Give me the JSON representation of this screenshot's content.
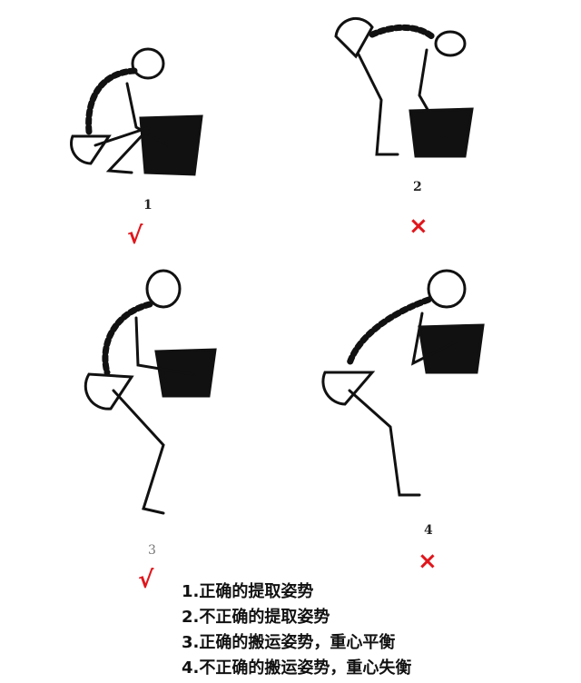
{
  "figures": [
    {
      "number": "1",
      "mark": "√",
      "correct": true
    },
    {
      "number": "2",
      "mark": "×",
      "correct": false
    },
    {
      "number": "3",
      "mark": "√",
      "correct": true
    },
    {
      "number": "4",
      "mark": "×",
      "correct": false
    }
  ],
  "captions": [
    "1.正确的提取姿势",
    "2.不正确的提取姿势",
    "3.正确的搬运姿势，重心平衡",
    "4.不正确的搬运姿势，重心失衡"
  ],
  "colors": {
    "correct": "#e0161c",
    "incorrect": "#e0161c",
    "ink": "#111111"
  }
}
